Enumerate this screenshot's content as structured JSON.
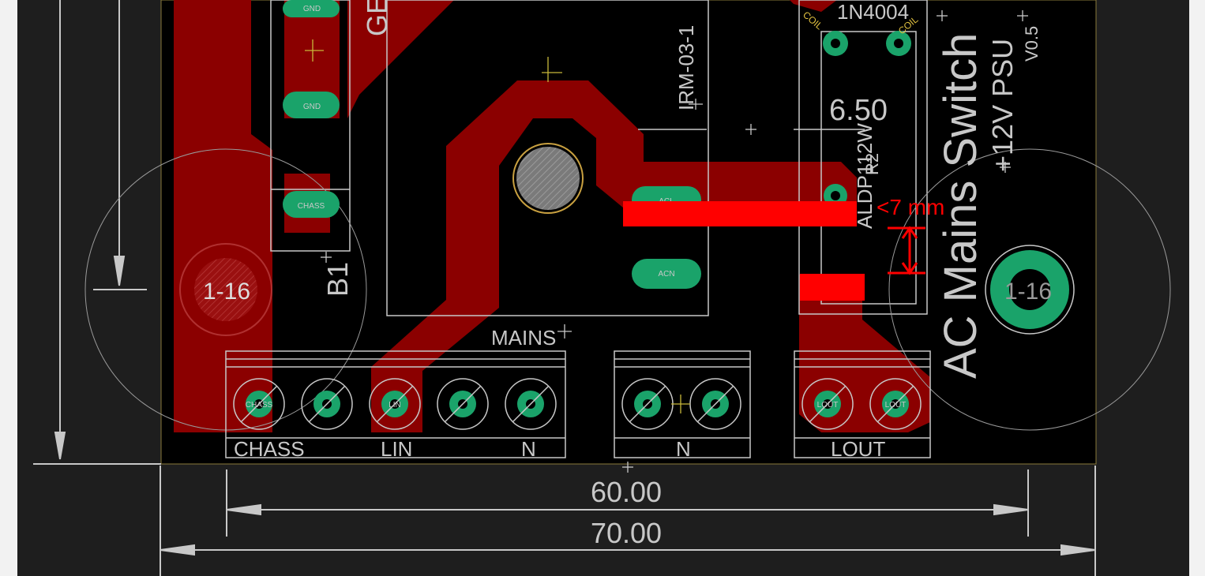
{
  "board": {
    "labels": {
      "irm": "IRM-03-1",
      "diode": "1N4004",
      "coil_left": "COIL",
      "coil_right": "COIL",
      "dim_650": "6.50",
      "relay": "ALDP112W",
      "r2": "R2",
      "title": "AC Mains Switch",
      "subtitle": "+12V PSU",
      "version": "V0.5",
      "b1": "B1",
      "ge": "GE",
      "hole_left": "1-16",
      "hole_right": "1-16",
      "mains": "MAINS",
      "terminal_chass": "CHASS",
      "terminal_lin": "LIN",
      "terminal_n1": "N",
      "terminal_n2": "N",
      "terminal_lout": "LOUT",
      "pad_gnd_top": "GND",
      "pad_gnd_mid": "GND",
      "pad_chass": "CHASS",
      "pad_acl": "ACL",
      "pad_acn": "ACN",
      "pin_chass": "CHASS",
      "pin_lin": "LIN",
      "pin_lout1": "LOUT",
      "pin_lout2": "LOUT",
      "dim_60": "60.00",
      "dim_70": "70.00"
    },
    "annotation": {
      "clearance": "<7 mm"
    }
  },
  "colors": {
    "background": "#1e1e1e",
    "board": "#000000",
    "copper": "#8b0000",
    "pad": "#1aa36a",
    "silkscreen": "#c8c8c8",
    "annotation": "#ff0000"
  }
}
